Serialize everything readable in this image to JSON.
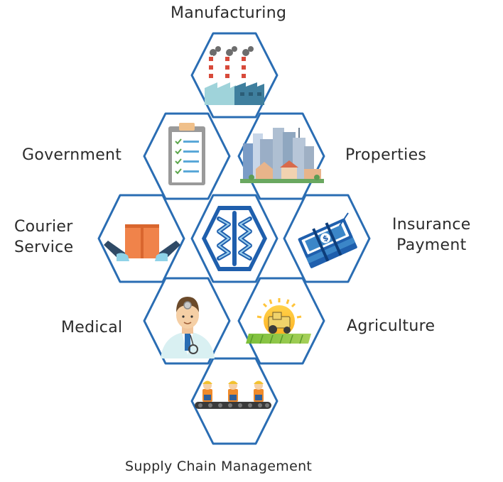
{
  "diagram": {
    "labels": {
      "manufacturing": "Manufacturing",
      "government": "Government",
      "properties": "Properties",
      "courier_line1": "Courier",
      "courier_line2": "Service",
      "insurance_line1": "Insurance",
      "insurance_line2": "Payment",
      "medical": "Medical",
      "agriculture": "Agriculture",
      "supply_chain": "Supply Chain Management"
    },
    "colors": {
      "hex_border": "#2a6db3",
      "logo_blue": "#1f5fad",
      "logo_light": "#9fd1ee",
      "text": "#2b2b2b"
    },
    "icons": [
      "factory-icon",
      "clipboard-checklist-icon",
      "city-buildings-icon",
      "package-hands-icon",
      "hexagon-logo-icon",
      "money-stack-icon",
      "doctor-icon",
      "harvest-tractor-icon",
      "assembly-line-workers-icon"
    ]
  }
}
